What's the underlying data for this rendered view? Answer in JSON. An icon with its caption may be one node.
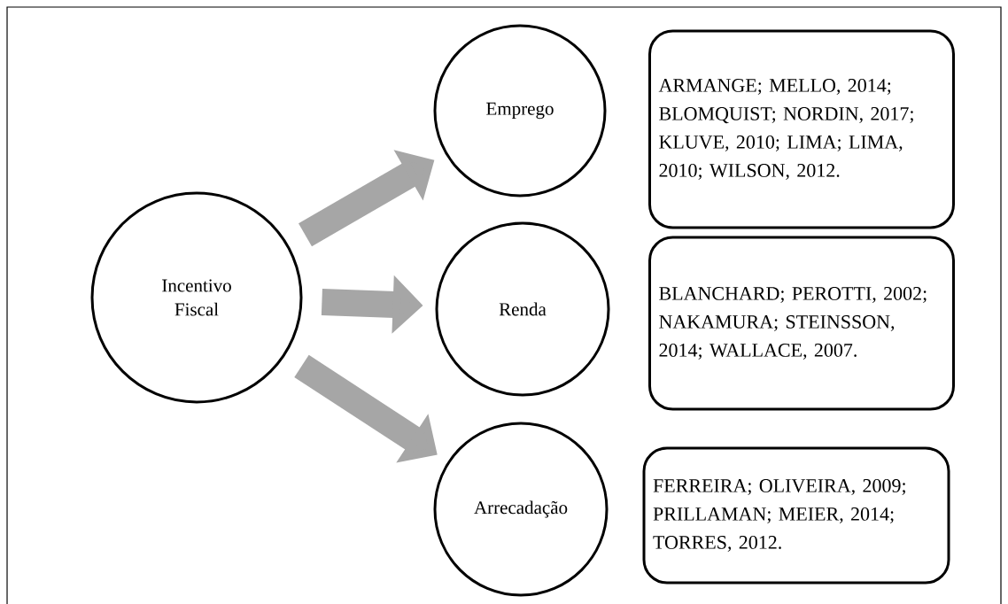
{
  "diagram": {
    "nodes": [
      {
        "text": [
          "Incentivo Fiscal"
        ]
      },
      {
        "text": [
          "Emprego"
        ]
      },
      {
        "text": [
          "ARMANGE; MELLO, 2014; BLOMQUIST; NORDIN, 2017; KLUVE, 2010; LIMA; LIMA, 2010; WILSON, 2012."
        ]
      },
      {
        "text": [
          "Renda"
        ]
      },
      {
        "text": [
          "BLANCHARD; PEROTTI, 2002; NAKAMURA; STEINSSON, 2014; WALLACE, 2007."
        ]
      },
      {
        "text": [
          "Arrecadação"
        ]
      },
      {
        "text": [
          "FERREIRA; OLIVEIRA, 2009; PRILLAMAN; MEIER, 2014; TORRES, 2012."
        ]
      }
    ],
    "edges": [
      {
        "from": 0,
        "to": 1,
        "arrow": "to"
      },
      {
        "from": 0,
        "to": 3,
        "arrow": "to"
      },
      {
        "from": 0,
        "to": 5,
        "arrow": "to"
      }
    ]
  }
}
